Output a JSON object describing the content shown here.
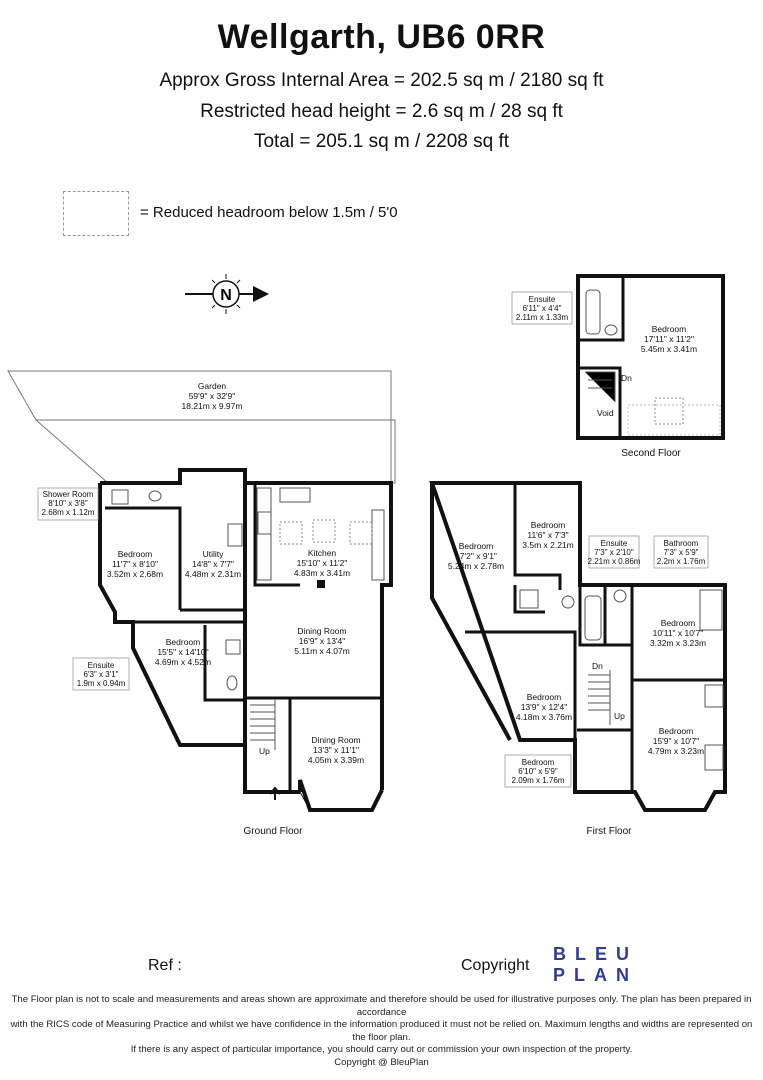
{
  "header": {
    "title": "Wellgarth, UB6 0RR",
    "gross_area": "Approx Gross Internal Area = 202.5 sq m / 2180 sq ft",
    "restricted": "Restricted head height = 2.6 sq m / 28 sq ft",
    "total": "Total = 205.1 sq m / 2208 sq ft"
  },
  "legend": {
    "text": "= Reduced headroom below 1.5m / 5'0"
  },
  "compass": {
    "letter": "N"
  },
  "floors": {
    "ground": "Ground Floor",
    "first": "First Floor",
    "second": "Second Floor"
  },
  "rooms": {
    "garden": [
      "Garden",
      "59'9\" x 32'9\"",
      "18.21m x 9.97m"
    ],
    "shower_room": [
      "Shower Room",
      "8'10\" x 3'8\"",
      "2.68m x 1.12m"
    ],
    "gf_bedroom1": [
      "Bedroom",
      "11'7\" x 8'10\"",
      "3.52m x 2.68m"
    ],
    "utility": [
      "Utility",
      "14'8\" x 7'7\"",
      "4.48m x 2.31m"
    ],
    "kitchen": [
      "Kitchen",
      "15'10\" x 11'2\"",
      "4.83m x 3.41m"
    ],
    "gf_bedroom2": [
      "Bedroom",
      "15'5\" x 14'10\"",
      "4.69m x 4.52m"
    ],
    "gf_ensuite": [
      "Ensuite",
      "6'3\" x 3'1\"",
      "1.9m x 0.94m"
    ],
    "dining1": [
      "Dining Room",
      "16'9\" x 13'4\"",
      "5.11m x 4.07m"
    ],
    "dining2": [
      "Dining Room",
      "13'3\" x 11'1\"",
      "4.05m x 3.39m"
    ],
    "ff_bedroom1": [
      "Bedroom",
      "17'2\" x 9'1\"",
      "5.24m x 2.78m"
    ],
    "ff_bedroom2": [
      "Bedroom",
      "11'6\" x 7'3\"",
      "3.5m x 2.21m"
    ],
    "ff_ensuite": [
      "Ensuite",
      "7'3\" x 2'10\"",
      "2.21m x 0.86m"
    ],
    "bathroom": [
      "Bathroom",
      "7'3\" x 5'9\"",
      "2.2m x 1.76m"
    ],
    "ff_bedroom3": [
      "Bedroom",
      "10'11\" x 10'7\"",
      "3.32m x 3.23m"
    ],
    "ff_bedroom4": [
      "Bedroom",
      "13'9\" x 12'4\"",
      "4.18m x 3.76m"
    ],
    "ff_bedroom5": [
      "Bedroom",
      "15'9\" x 10'7\"",
      "4.79m x 3.23m"
    ],
    "ff_bedroom6": [
      "Bedroom",
      "6'10\" x 5'9\"",
      "2.09m x 1.76m"
    ],
    "sf_ensuite": [
      "Ensuite",
      "6'11\" x 4'4\"",
      "2.11m x 1.33m"
    ],
    "sf_bedroom": [
      "Bedroom",
      "17'11\" x 11'2\"",
      "5.45m x 3.41m"
    ]
  },
  "stair_labels": {
    "up": "Up",
    "dn": "Dn",
    "void": "Void"
  },
  "footer": {
    "ref": "Ref :",
    "copyright": "Copyright",
    "logo_line1": "BLEU",
    "logo_line2": "PLAN",
    "disclaimer1": "The Floor plan is not to scale and measurements and areas shown are approximate and therefore should be used for illustrative purposes only. The plan has been prepared in accordance",
    "disclaimer2": "with the RICS code of Measuring Practice and whilst we have confidence in the information produced it must not be relied on. Maximum lengths and widths are represented on the floor plan.",
    "disclaimer3": "If there is any aspect of particular importance, you should carry out or commission your own inspection of the property.",
    "disclaimer4": "Copyright @ BleuPlan"
  },
  "colors": {
    "wall": "#111111",
    "logo": "#2f3c8f",
    "grey": "#cfcfcf"
  }
}
